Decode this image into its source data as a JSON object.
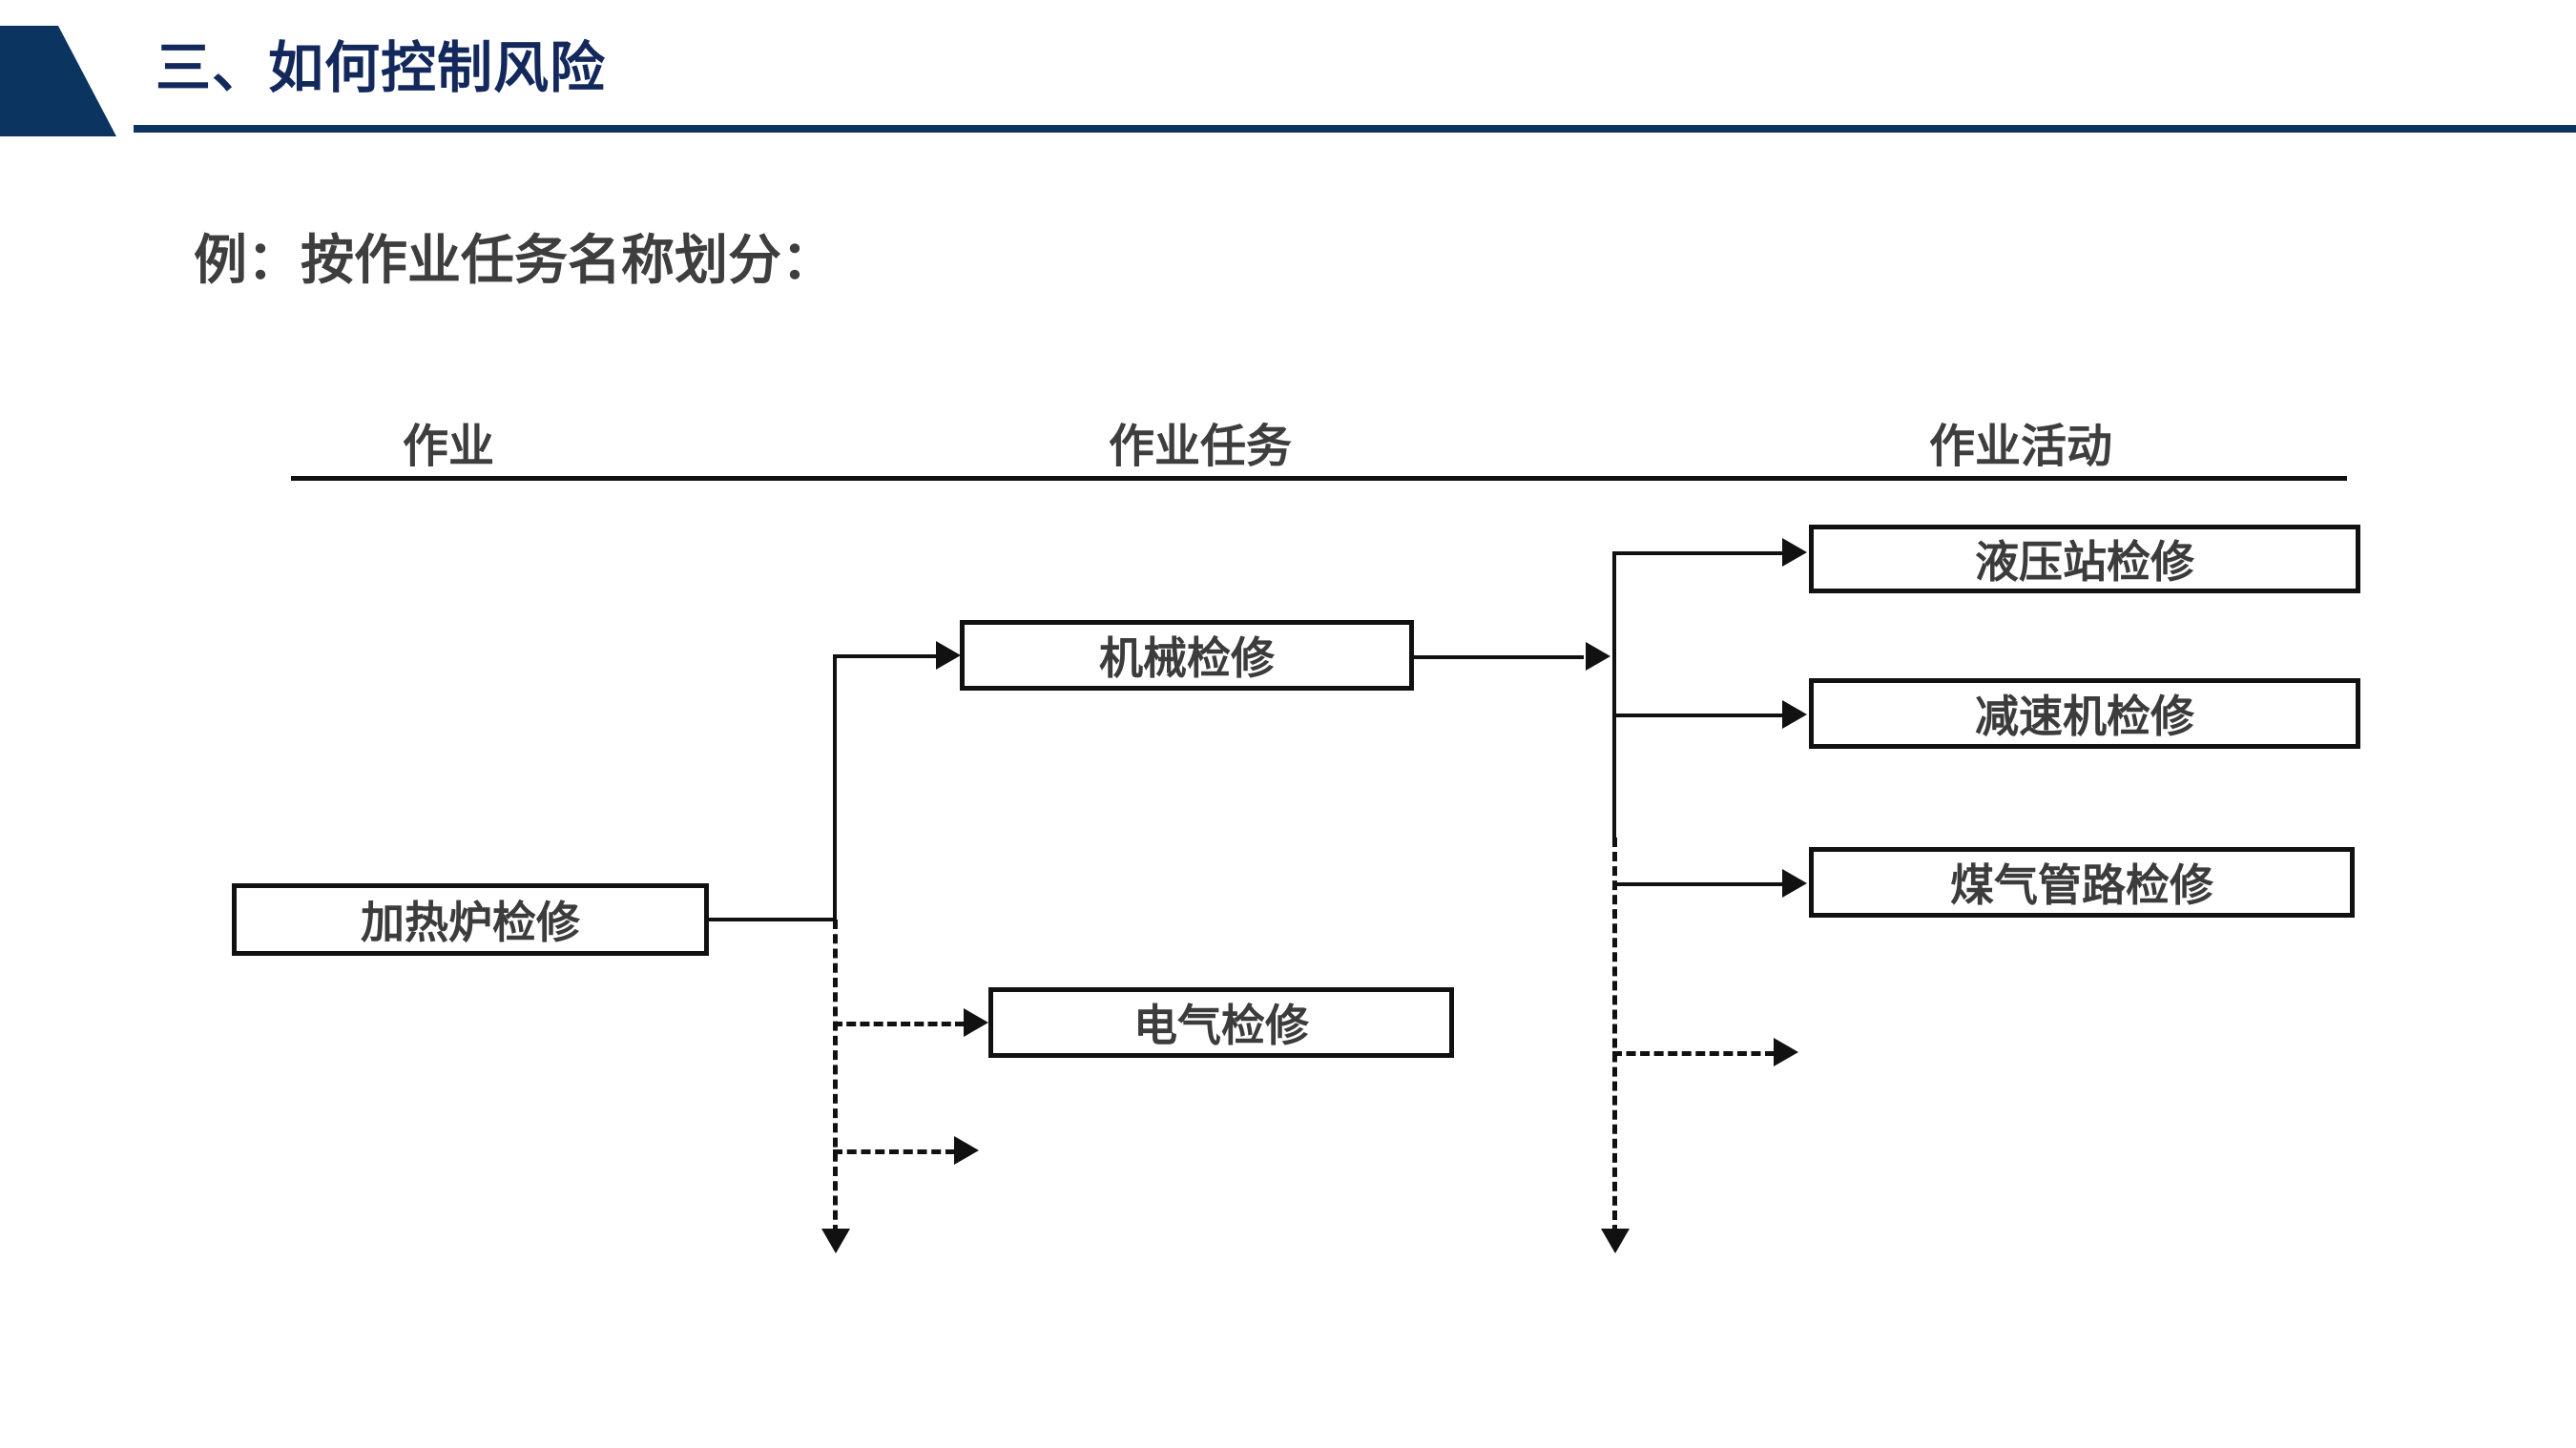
{
  "header": {
    "title": "三、如何控制风险",
    "accent_color": "#0B3560",
    "title_color": "#13295C"
  },
  "subtitle": "例：按作业任务名称划分：",
  "columns": [
    {
      "label": "作业"
    },
    {
      "label": "作业任务"
    },
    {
      "label": "作业活动"
    }
  ],
  "diagram": {
    "text_color": "#3C3C3C",
    "line_color": "#111111",
    "nodes": {
      "heating_furnace": "加热炉检修",
      "mechanical": "机械检修",
      "electrical": "电气检修",
      "hydraulic_station": "液压站检修",
      "reducer": "减速机检修",
      "gas_pipeline": "煤气管路检修"
    }
  }
}
